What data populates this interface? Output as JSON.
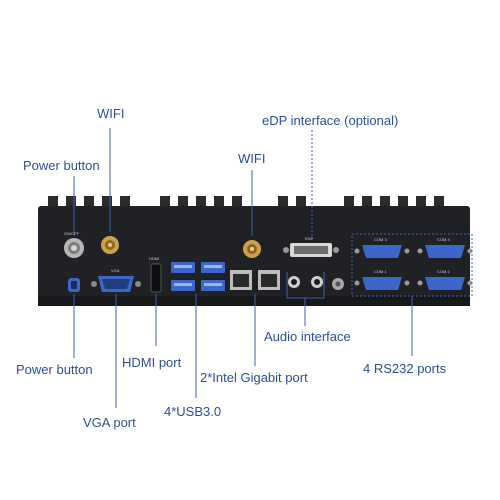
{
  "labels": {
    "wifi_left": "WIFI",
    "edp": "eDP interface (optional)",
    "power_top": "Power button",
    "wifi_center": "WIFI",
    "audio": "Audio interface",
    "power_bottom": "Power button",
    "hdmi": "HDMI port",
    "gigabit": "2*Intel Gigabit port",
    "rs232": "4 RS232 ports",
    "vga": "VGA port",
    "usb": "4*USB3.0"
  },
  "panel_text": {
    "onoff": "ON/OFF",
    "vga": "VGA",
    "hdmi": "HDMI",
    "edp": "EDP",
    "com3": "COM 3",
    "com4": "COM 4",
    "com1": "COM 1",
    "com2": "COM 2"
  },
  "colors": {
    "label": "#2a4f9c",
    "line": "#3d62b3",
    "chassis": "#1f2124",
    "port_blue": "#3a67c9",
    "antenna_gold": "#c9a24a"
  }
}
